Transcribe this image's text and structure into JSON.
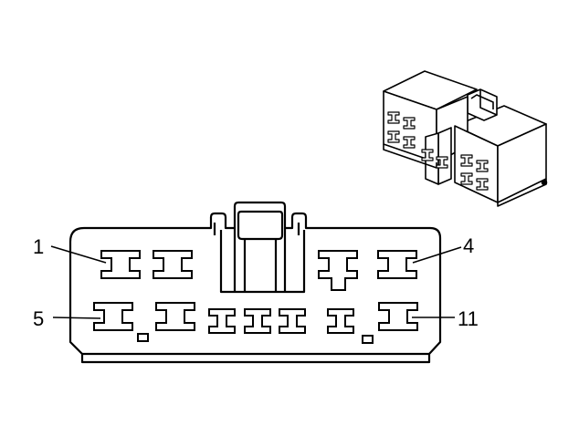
{
  "diagram": {
    "pin_labels": {
      "pin_1": "1",
      "pin_4": "4",
      "pin_5": "5",
      "pin_11": "11"
    },
    "colors": {
      "stroke": "#000000",
      "background": "#ffffff"
    }
  }
}
